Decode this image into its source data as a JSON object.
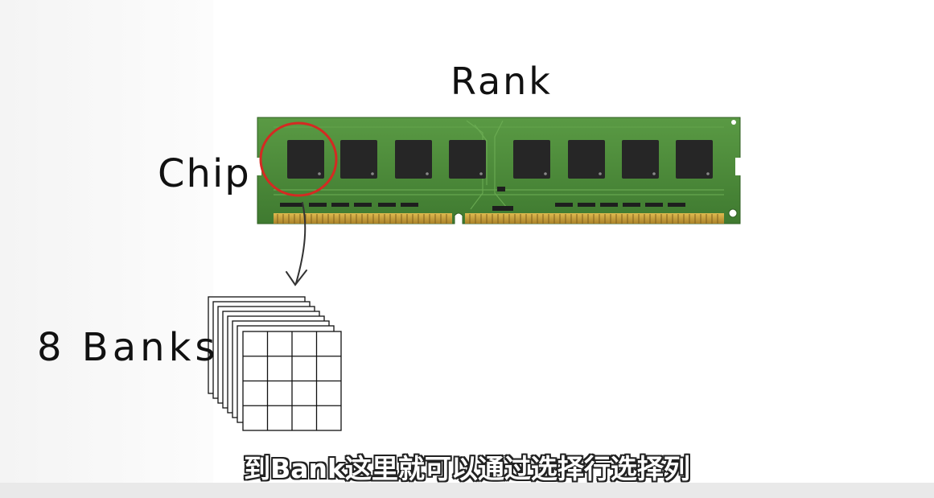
{
  "labels": {
    "rank": "Rank",
    "chip": "Chip",
    "banks": "8 Banks"
  },
  "subtitle": "到Bank这里就可以通过选择行选择列",
  "colors": {
    "pcb": "#4d8a3a",
    "chip": "#262626",
    "gold_contacts": "#c9a23a",
    "highlight_circle": "#d42a22"
  },
  "memory_module": {
    "chip_count": 8,
    "highlighted_chip": 1
  },
  "bank_stack": {
    "layer_count": 8,
    "grid_rows": 4,
    "grid_cols": 4
  }
}
